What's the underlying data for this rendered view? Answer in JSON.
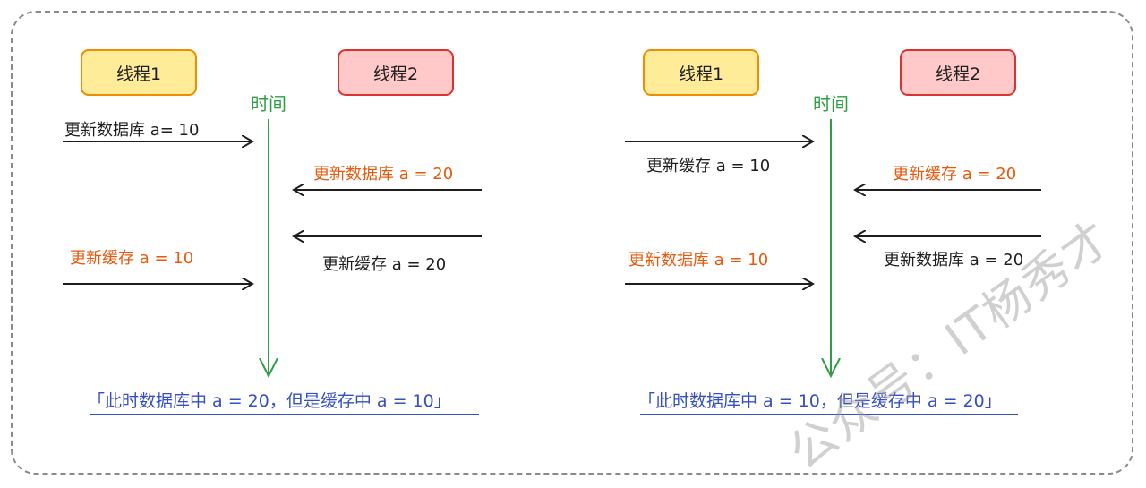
{
  "left": {
    "thread1": "线程1",
    "thread2": "线程2",
    "time": "时间",
    "step1": "更新数据库 a= 10",
    "step2": "更新数据库 a = 20",
    "step3": "更新缓存 a = 20",
    "step4": "更新缓存 a = 10",
    "conclusion": "「此时数据库中 a = 20，但是缓存中 a = 10」"
  },
  "right": {
    "thread1": "线程1",
    "thread2": "线程2",
    "time": "时间",
    "step1": "更新缓存 a = 10",
    "step2": "更新缓存 a = 20",
    "step3": "更新数据库 a = 20",
    "step4": "更新数据库 a = 10",
    "conclusion": "「此时数据库中 a = 10，但是缓存中 a = 20」"
  },
  "watermark": "公众号：IT杨秀才",
  "colors": {
    "time": "#2f9e44",
    "highlight": "#e8590c",
    "conclusion": "#364fc7"
  }
}
